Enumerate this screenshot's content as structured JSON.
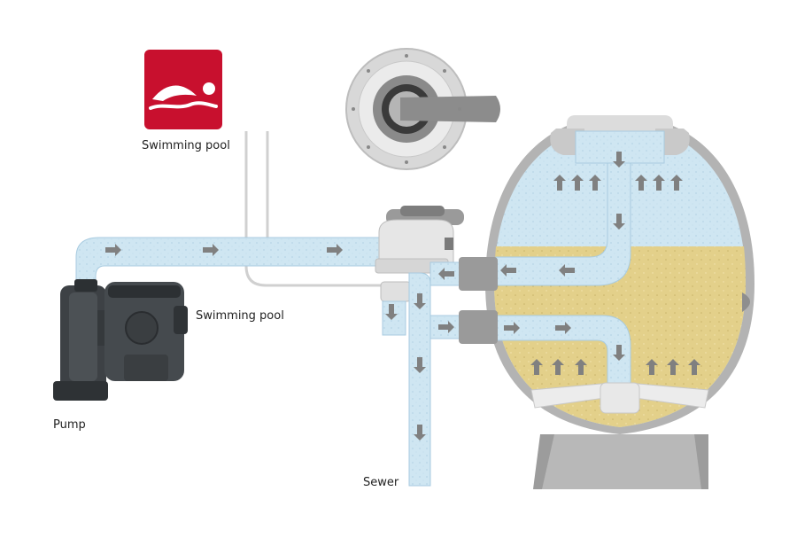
{
  "labels": {
    "swimming_pool_top": "Swimming pool",
    "swimming_pool_side": "Swimming pool",
    "pump": "Pump",
    "sewer": "Sewer"
  },
  "icons": {
    "pool_badge": "swimmer-icon"
  },
  "colors": {
    "water": "#cfe6f2",
    "pipe_outline": "#a8cbe0",
    "sand": "#e4d28c",
    "badge": "#c8102e",
    "arrow": "#808080"
  }
}
